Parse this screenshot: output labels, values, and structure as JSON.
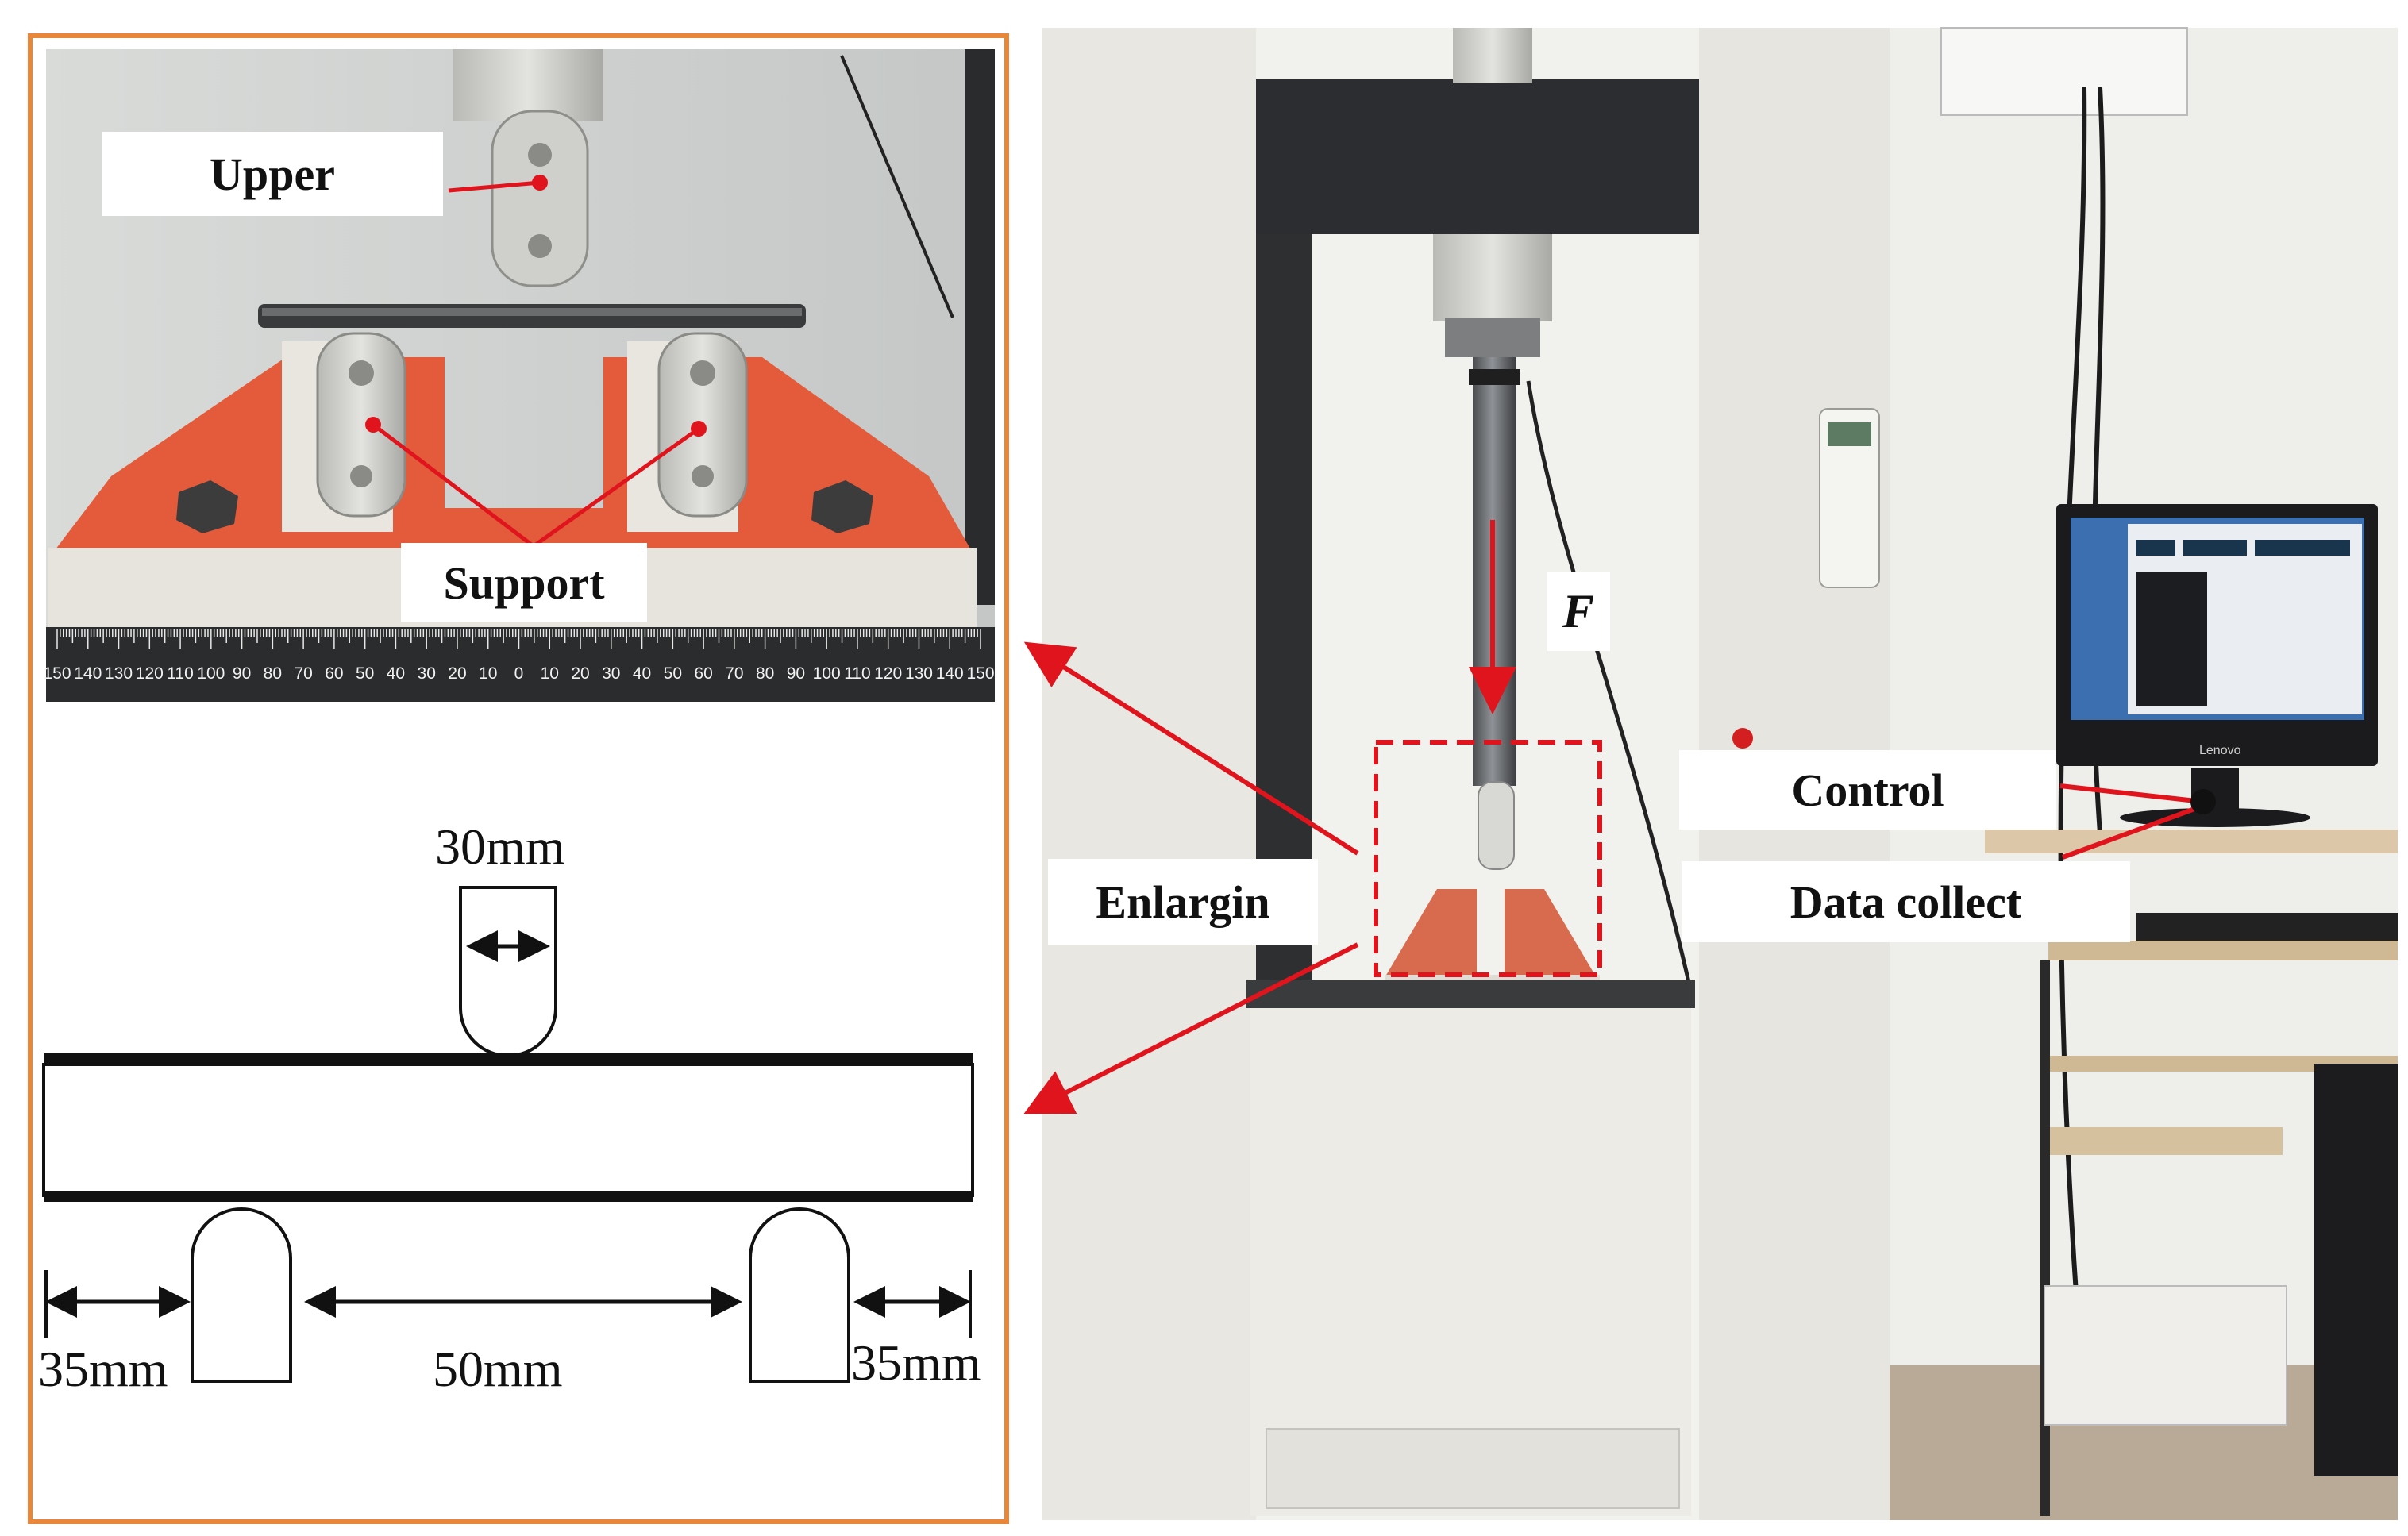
{
  "photo_labels": {
    "upper": "Upper",
    "support": "Support",
    "force": "F",
    "enlarge": "Enlargin",
    "control": "Control",
    "data_collect": "Data collect"
  },
  "ruler_numbers": [
    "150",
    "140",
    "130",
    "120",
    "110",
    "100",
    "90",
    "80",
    "70",
    "60",
    "50",
    "40",
    "30",
    "20",
    "10",
    "0",
    "10",
    "20",
    "30",
    "40",
    "50",
    "60",
    "70",
    "80",
    "90",
    "100",
    "110",
    "120",
    "130",
    "140",
    "150"
  ],
  "dimensions": {
    "punch_width": "30mm",
    "left_overhang": "35mm",
    "span": "50mm",
    "right_overhang": "35mm"
  },
  "monitor_brand": "Lenovo",
  "colors": {
    "frame_orange": "#e8873a",
    "annotation_red": "#e0141c",
    "machine_frame": "#e9e8e3",
    "crossbeam": "#2b2d30"
  }
}
